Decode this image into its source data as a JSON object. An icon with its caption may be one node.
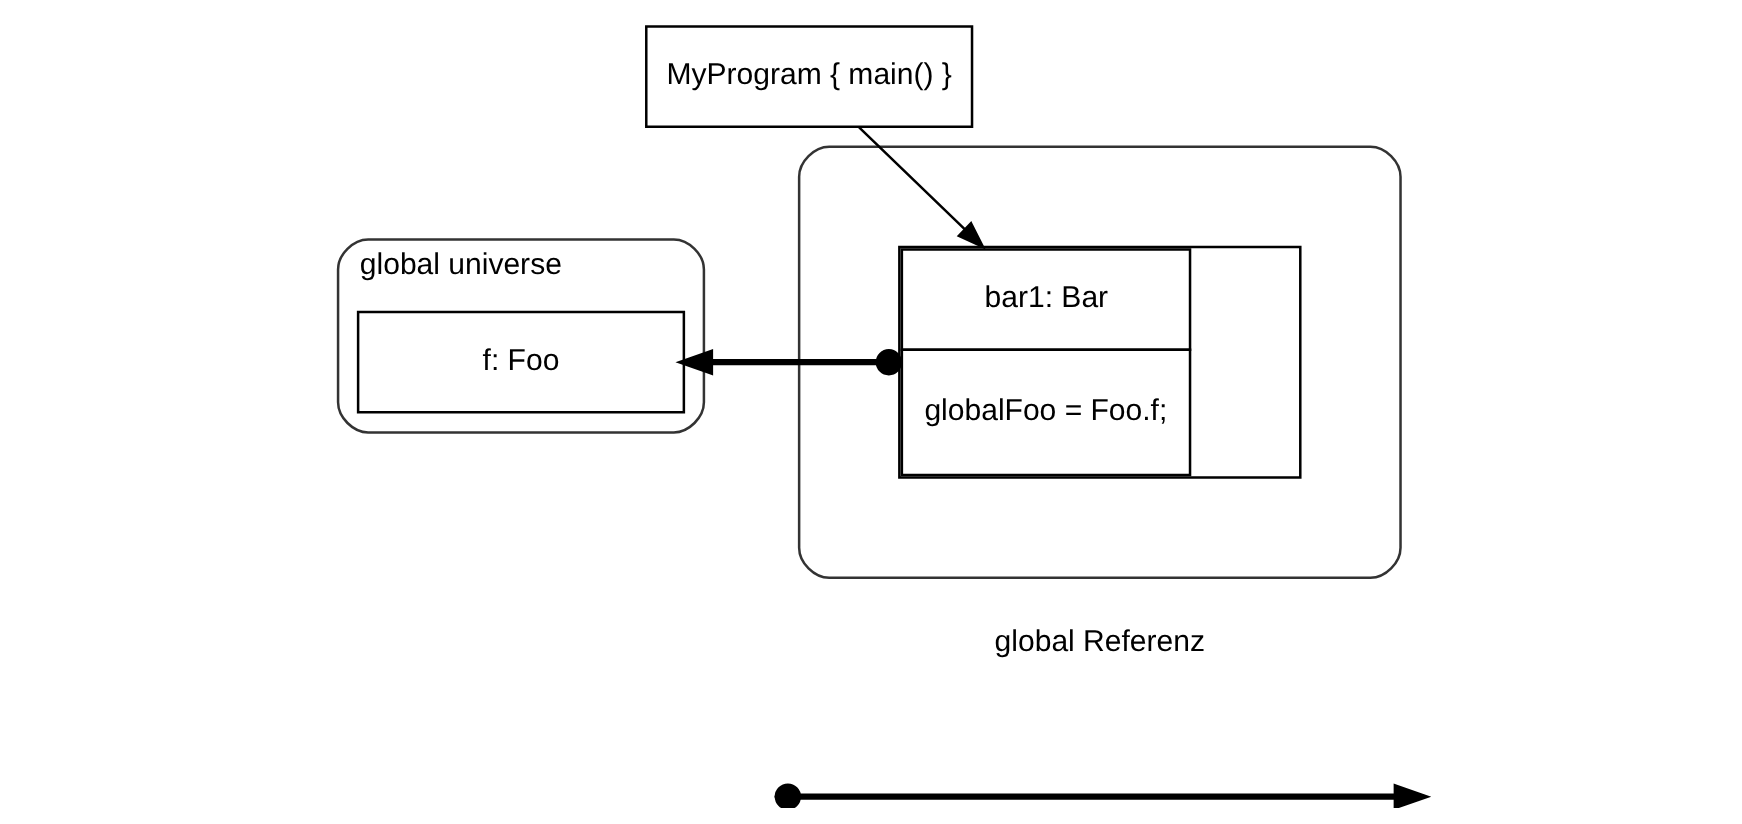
{
  "diagram": {
    "nodes": [
      {
        "text": [
          "global universe"
        ]
      },
      {
        "text": [
          "f: Foo"
        ],
        "in": 0
      },
      {
        "text": [],
        "shape": "box"
      },
      {
        "text": [
          "MyProgram { main() }"
        ]
      },
      {
        "text": [
          "bar1: Bar",
          "globalFoo = Foo.f;"
        ],
        "in": 2
      }
    ],
    "edges": [
      {
        "from": 3,
        "to": 4,
        "arrow": "to"
      },
      {
        "from": 4,
        "to": 1,
        "arrow": "to",
        "style": "thick"
      }
    ],
    "legend": [
      {
        "text": "global Referenz"
      }
    ]
  }
}
